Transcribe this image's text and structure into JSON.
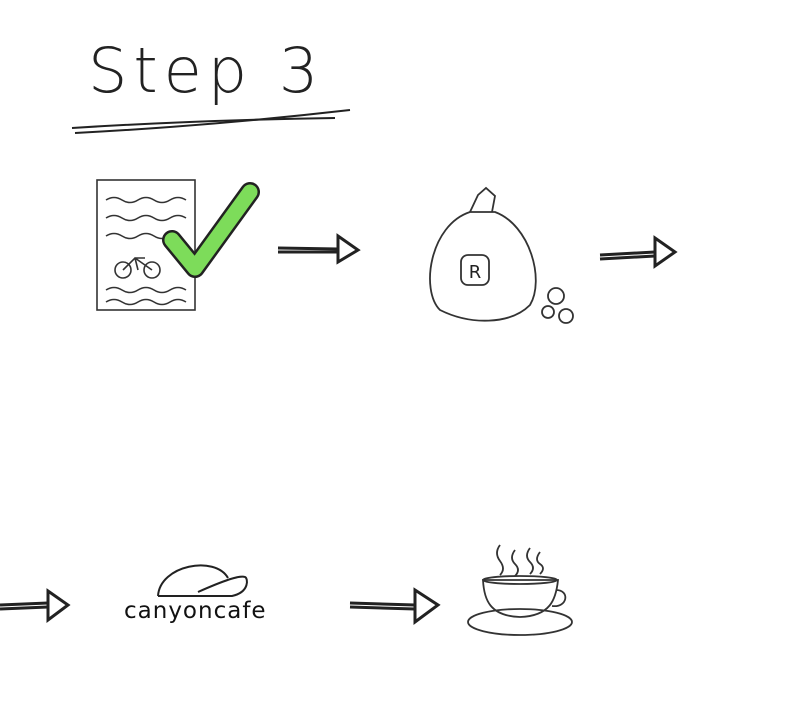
{
  "title": "Step 3",
  "logo": {
    "name": "canyoncafe"
  },
  "bag_symbol": "R",
  "colors": {
    "check": "#7ddc5a",
    "ink": "#222222"
  }
}
